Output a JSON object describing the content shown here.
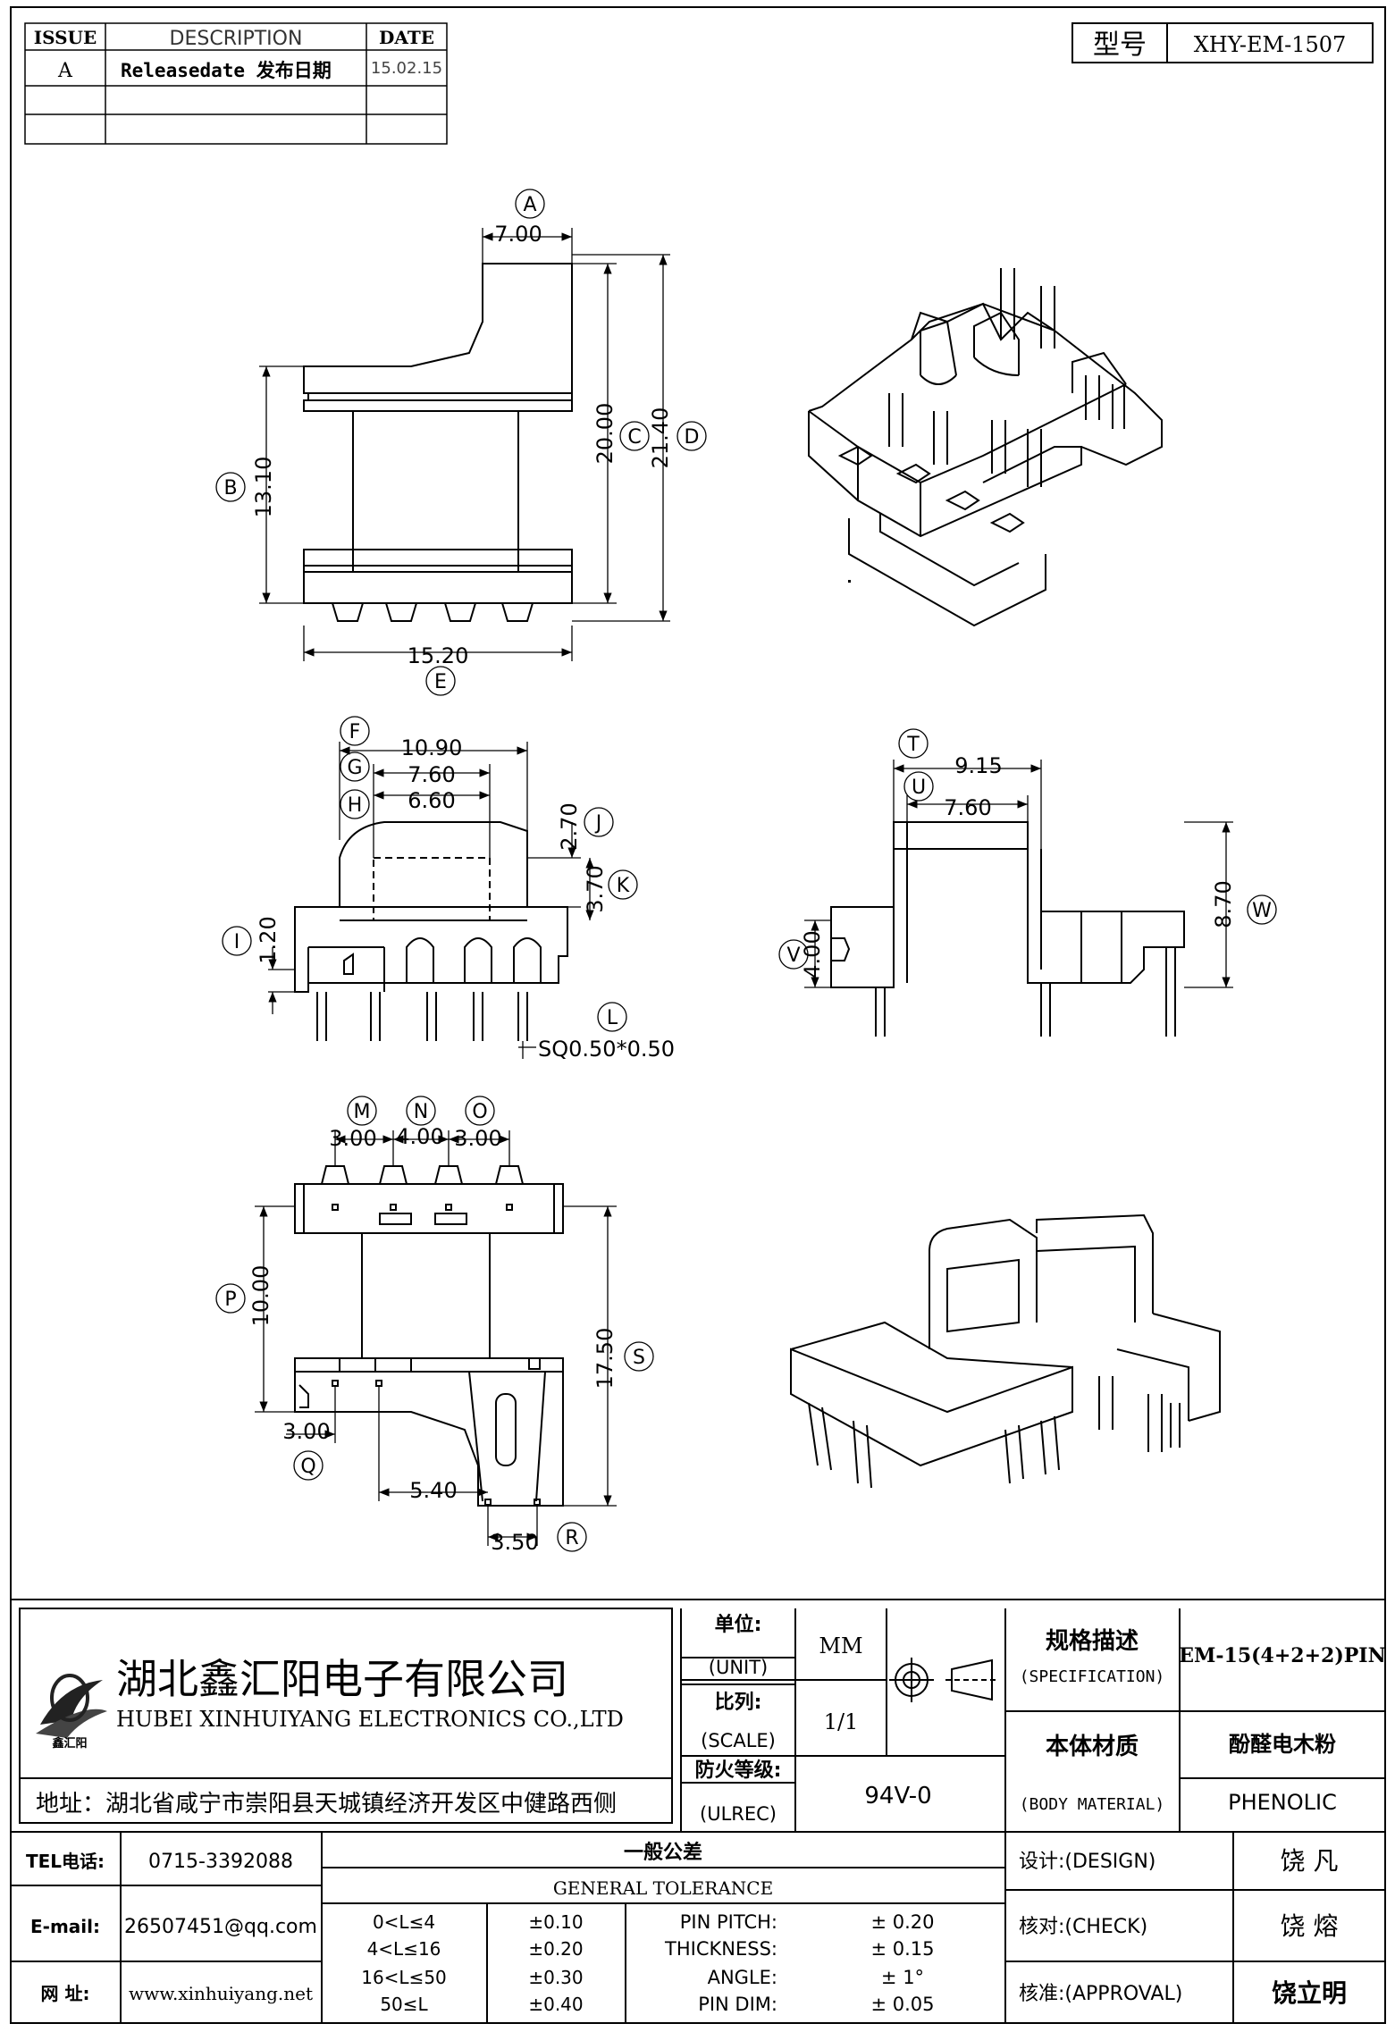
{
  "revision_table": {
    "headers": {
      "issue": "ISSUE",
      "description": "DESCRIPTION",
      "date": "DATE"
    },
    "rows": [
      {
        "issue": "A",
        "description": "Releasedate 发布日期",
        "date": "15.02.15"
      }
    ]
  },
  "model": {
    "label": "型号",
    "value": "XHY-EM-1507"
  },
  "dimensions": {
    "A": "7.00",
    "B": "13.10",
    "C": "20.00",
    "D": "21.40",
    "E": "15.20",
    "F": "10.90",
    "G": "7.60",
    "H": "6.60",
    "I": "1.20",
    "J": "2.70",
    "K": "3.70",
    "L": "SQ0.50*0.50",
    "M": "3.00",
    "N": "4.00",
    "O": "3.00",
    "P": "10.00",
    "Q": "3.00",
    "R": "3.50",
    "S": "17.50",
    "T": "9.15",
    "U": "7.60",
    "V": "4.00",
    "W": "8.70",
    "X": "5.40"
  },
  "company": {
    "name_cn": "湖北鑫汇阳电子有限公司",
    "name_en": "HUBEI XINHUIYANG ELECTRONICS CO.,LTD",
    "address": "地址：湖北省咸宁市崇阳县天城镇经济开发区中健路西侧",
    "logo_text": "鑫汇阳"
  },
  "title_block": {
    "unit_label": "单位:",
    "unit_label_en": "(UNIT)",
    "unit_value": "MM",
    "scale_label": "比列:",
    "scale_label_en": "(SCALE)",
    "scale_value": "1/1",
    "fire_label": "防火等级:",
    "fire_label_en": "(ULREC)",
    "fire_value": "94V-0",
    "spec_label": "规格描述",
    "spec_label_en": "(SPECIFICATION)",
    "spec_value": "EM-15(4+2+2)PIN",
    "material_label": "本体材质",
    "material_label_en": "(BODY MATERIAL)",
    "material_value_cn": "酚醛电木粉",
    "material_value_en": "PHENOLIC",
    "design_label": "设计:(DESIGN)",
    "design_value": "饶 凡",
    "check_label": "核对:(CHECK)",
    "check_value": "饶 熔",
    "approval_label": "核准:(APPROVAL)",
    "approval_value": "饶立明"
  },
  "contact": {
    "tel_label": "TEL电话:",
    "tel": "0715-3392088",
    "email_label": "E-mail:",
    "email": "26507451@qq.com",
    "web_label": "网 址:",
    "web": "www.xinhuiyang.net"
  },
  "tolerance": {
    "title_cn": "一般公差",
    "title_en": "GENERAL TOLERANCE",
    "ranges": [
      {
        "range": "0<L≤4",
        "tol": "±0.10"
      },
      {
        "range": "4<L≤16",
        "tol": "±0.20"
      },
      {
        "range": "16<L≤50",
        "tol": "±0.30"
      },
      {
        "range": "50≤L",
        "tol": "±0.40"
      }
    ],
    "params": [
      {
        "name": "PIN PITCH:",
        "tol": "± 0.20"
      },
      {
        "name": "THICKNESS:",
        "tol": "± 0.15"
      },
      {
        "name": "ANGLE:",
        "tol": "± 1°"
      },
      {
        "name": "PIN DIM:",
        "tol": "± 0.05"
      }
    ]
  }
}
